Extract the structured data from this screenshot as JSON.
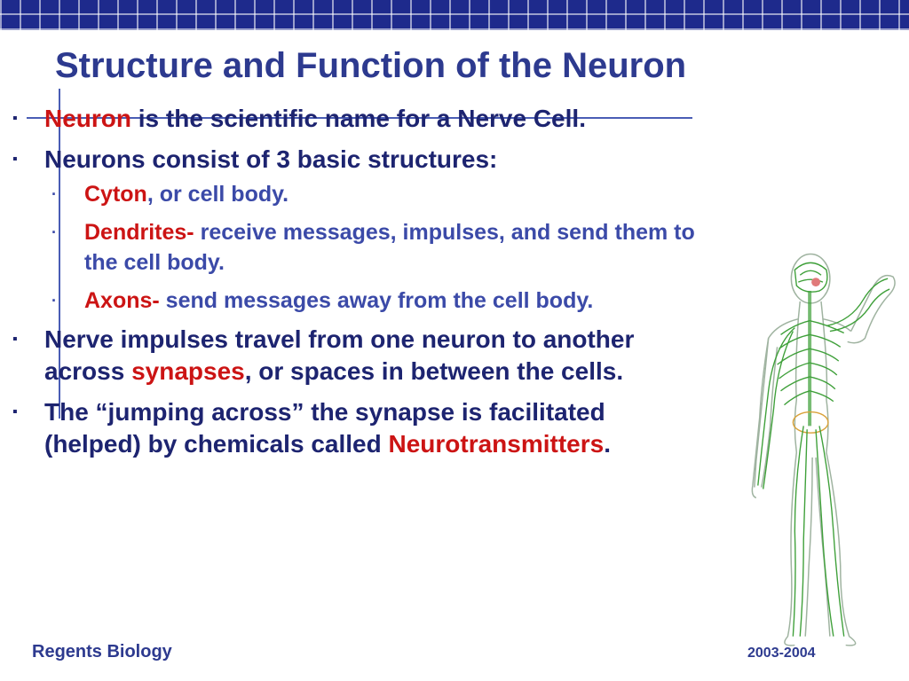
{
  "slide": {
    "title": "Structure and Function of the Neuron",
    "footer_left": "Regents Biology",
    "footer_right": "2003-2004"
  },
  "bullets": {
    "b1": {
      "highlight": "Neuron",
      "text": " is the scientific name for a Nerve Cell."
    },
    "b2": {
      "text": "Neurons consist of 3 basic structures:"
    },
    "b2_sub": [
      {
        "highlight": "Cyton",
        "text": ", or cell body."
      },
      {
        "highlight": "Dendrites-",
        "text": " receive messages, impulses, and send them to the cell body."
      },
      {
        "highlight": "Axons-",
        "text": " send messages away from the cell body."
      }
    ],
    "b3": {
      "pre": "Nerve impulses travel from one neuron  to another across ",
      "highlight": "synapses",
      "post": ", or spaces   in between the cells."
    },
    "b4": {
      "pre": "The “jumping across” the synapse is facilitated (helped) by chemicals called ",
      "highlight": "Neurotransmitters",
      "post": "."
    }
  },
  "colors": {
    "title": "#2d3a8f",
    "body_text": "#1d2470",
    "sub_text": "#3b4aa8",
    "highlight": "#cc1414",
    "header_band": "#1e2a8c",
    "nerve_green": "#3fa03a"
  },
  "image": {
    "icon": "nervous-system-figure-icon"
  }
}
